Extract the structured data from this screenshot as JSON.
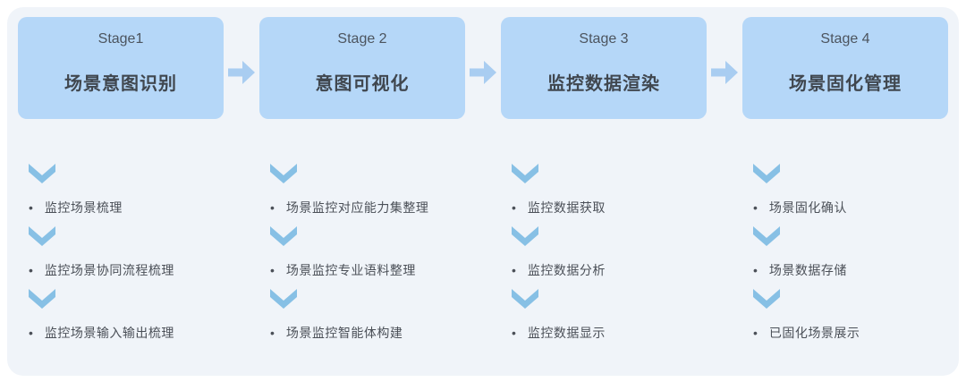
{
  "colors": {
    "card_bg": "#F0F4F9",
    "stage_box_bg": "#B5D7F8",
    "arrow": "#A9CDF1",
    "chevron": "#87C0E5",
    "stage_label_text": "#4C545E",
    "stage_title_text": "#40474F",
    "item_text": "#4B5058"
  },
  "bullet": "•",
  "stages": [
    {
      "label": "Stage1",
      "title": "场景意图识别",
      "items": [
        "监控场景梳理",
        "监控场景协同流程梳理",
        "监控场景输入输出梳理"
      ]
    },
    {
      "label": "Stage 2",
      "title": "意图可视化",
      "items": [
        "场景监控对应能力集整理",
        "场景监控专业语料整理",
        "场景监控智能体构建"
      ]
    },
    {
      "label": "Stage 3",
      "title": "监控数据渲染",
      "items": [
        "监控数据获取",
        "监控数据分析",
        "监控数据显示"
      ]
    },
    {
      "label": "Stage 4",
      "title": "场景固化管理",
      "items": [
        "场景固化确认",
        "场景数据存储",
        "已固化场景展示"
      ]
    }
  ]
}
